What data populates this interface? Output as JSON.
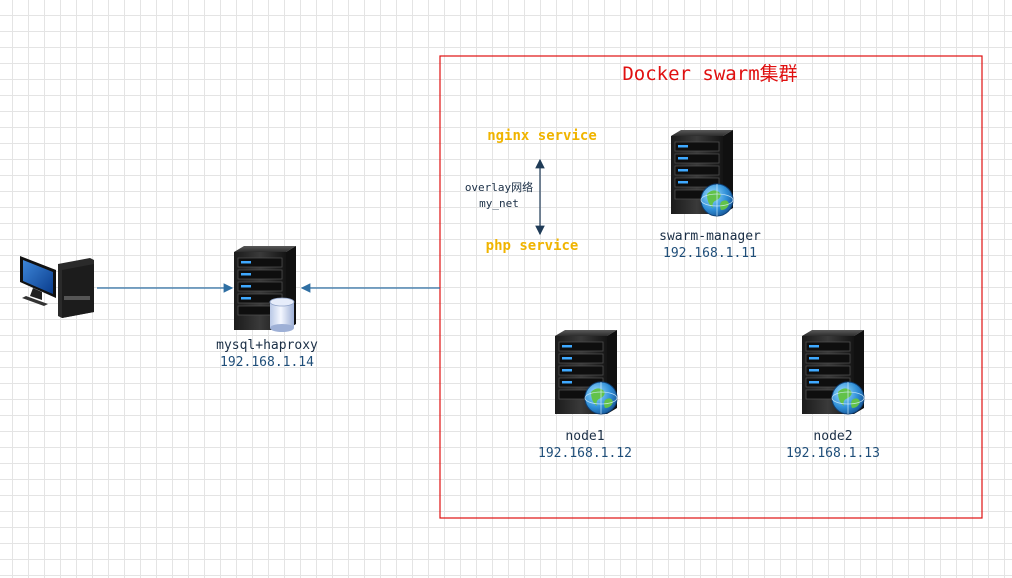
{
  "cluster": {
    "title": "Docker swarm集群",
    "border_color": "#e01010"
  },
  "client": {
    "icon": "desktop-computer-icon"
  },
  "proxy": {
    "name": "mysql+haproxy",
    "ip": "192.168.1.14",
    "icon": "server-database-icon"
  },
  "manager": {
    "name": "swarm-manager",
    "ip": "192.168.1.11",
    "icon": "server-globe-icon"
  },
  "node1": {
    "name": "node1",
    "ip": "192.168.1.12",
    "icon": "server-globe-icon"
  },
  "node2": {
    "name": "node2",
    "ip": "192.168.1.13",
    "icon": "server-globe-icon"
  },
  "services": {
    "top": "nginx service",
    "bottom": "php service",
    "network_line1": "overlay网络",
    "network_line2": "my_net",
    "color": "#f0b400"
  },
  "colors": {
    "connector": "#2f6fa3",
    "label_dark": "#1a2e45",
    "label_ip": "#1f4e79"
  }
}
